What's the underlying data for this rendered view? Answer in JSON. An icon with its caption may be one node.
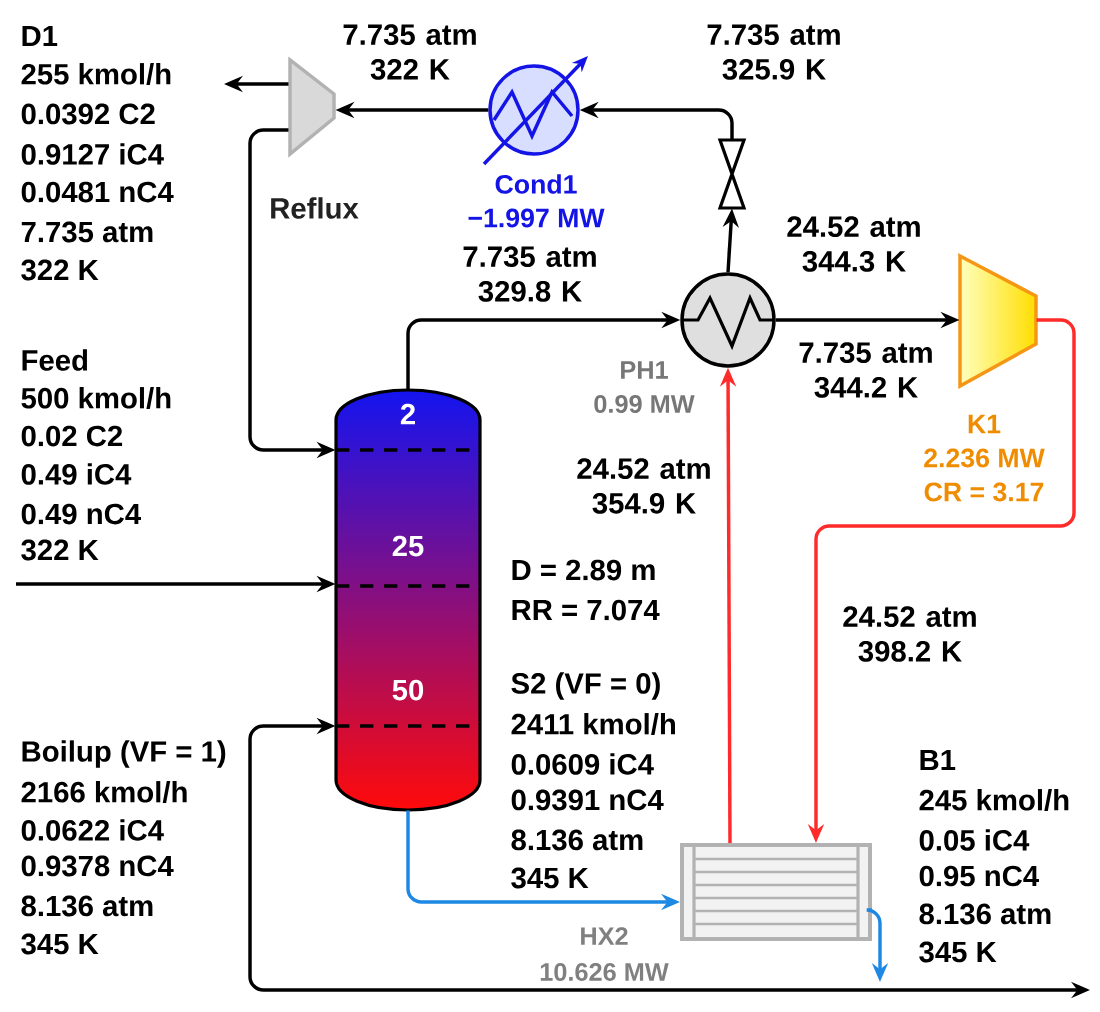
{
  "diagram": {
    "nodes": [
      {
        "text": [
          "2",
          "25",
          "50"
        ]
      },
      {
        "text": [],
        "shape": "circle",
        "beside": [
          "Cond1",
          "−1.997 MW"
        ]
      },
      {
        "text": [],
        "shape": "trapezoid",
        "beside": [
          "Reflux"
        ]
      },
      {
        "text": [],
        "shape": "valve"
      },
      {
        "text": [],
        "shape": "circle",
        "beside": [
          "PH1",
          "0.99 MW"
        ]
      },
      {
        "text": [],
        "shape": "trapezoid",
        "beside": [
          "K1",
          "2.236 MW",
          "CR = 3.17"
        ]
      },
      {
        "text": [],
        "shape": "box",
        "beside": [
          "HX2",
          "10.626 MW"
        ]
      }
    ],
    "edges": [
      {
        "from": 0,
        "to": 4,
        "arrow": "to",
        "label": "7.735 atm 329.8 K"
      },
      {
        "from": 4,
        "to": 5,
        "arrow": "to",
        "label": "7.735 atm 344.2 K"
      },
      {
        "from": 5,
        "to": 6,
        "arrow": "to",
        "label": "24.52 atm 398.2 K",
        "color": "#ff2a2a"
      },
      {
        "from": 6,
        "to": 4,
        "arrow": "to",
        "label": "24.52 atm 354.9 K",
        "color": "#ff2a2a"
      },
      {
        "from": 4,
        "to": 3,
        "arrow": "to",
        "label": "24.52 atm 344.3 K"
      },
      {
        "from": 3,
        "to": 1,
        "arrow": "to",
        "label": "7.735 atm 325.9 K"
      },
      {
        "from": 1,
        "to": 2,
        "arrow": "to",
        "label": "7.735 atm 322 K"
      },
      {
        "from": 2,
        "to": null,
        "arrow": "to"
      },
      {
        "from": 2,
        "to": 0,
        "arrow": "to"
      },
      {
        "from": null,
        "to": 0,
        "arrow": "to"
      },
      {
        "from": 0,
        "to": 6,
        "arrow": "to",
        "color": "#1e88e5"
      },
      {
        "from": 6,
        "to": null,
        "arrow": "to",
        "color": "#1e88e5"
      },
      {
        "from": 0,
        "to": null,
        "arrow": "both"
      }
    ],
    "labels": [
      "D1",
      "255 kmol/h",
      "0.0392 C2",
      "0.9127 iC4",
      "0.0481 nC4",
      "7.735 atm",
      "322 K",
      "Feed",
      "500 kmol/h",
      "0.02 C2",
      "0.49 iC4",
      "0.49 nC4",
      "322 K",
      "D = 2.89 m",
      "RR = 7.074",
      "S2 (VF = 0)",
      "2411 kmol/h",
      "0.0609 iC4",
      "0.9391 nC4",
      "8.136 atm",
      "345 K",
      "Boilup (VF = 1)",
      "2166 kmol/h",
      "0.0622 iC4",
      "0.9378 nC4",
      "8.136 atm",
      "345 K",
      "B1",
      "245 kmol/h",
      "0.05 iC4",
      "0.95 nC4",
      "8.136 atm",
      "345 K"
    ]
  }
}
